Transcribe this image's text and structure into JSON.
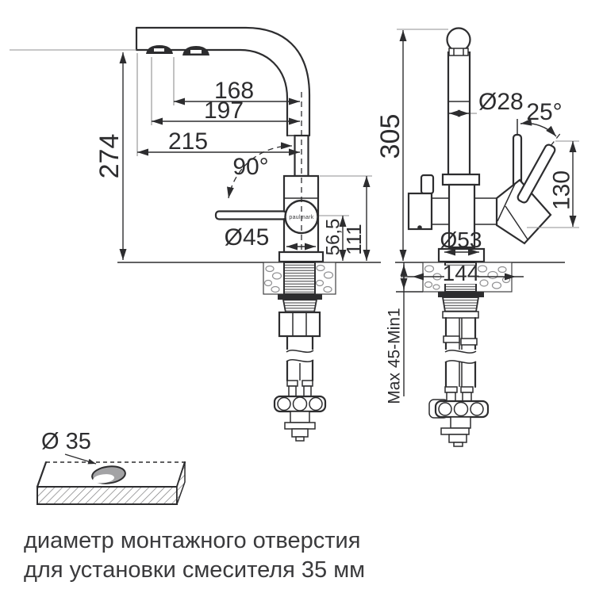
{
  "drawing": {
    "brand": "paulmark",
    "side_view": {
      "reach_inner": "168",
      "reach_mid": "197",
      "reach_outer": "215",
      "height_to_spout": "274",
      "swivel_angle": "90°",
      "body_diameter": "Ø45",
      "handle_axis_height": "56,5",
      "body_height": "111"
    },
    "front_view": {
      "total_height": "305",
      "spout_tube_diameter": "Ø28",
      "lever_angle": "25°",
      "lever_length": "130",
      "base_diameter": "Ø53",
      "base_footprint": "144",
      "counter_thickness_range": "Max 45-Min1"
    },
    "mount_view": {
      "hole_diameter": "Ø 35"
    },
    "caption": {
      "line1": "диаметр монтажного отверстия",
      "line2": "для установки смесителя 35 мм"
    },
    "colors": {
      "line": "#2d2d2f",
      "extension_line": "#8f8f91",
      "caption_text": "#3a3a3c",
      "hole_fill": "#a3a3a5"
    }
  }
}
